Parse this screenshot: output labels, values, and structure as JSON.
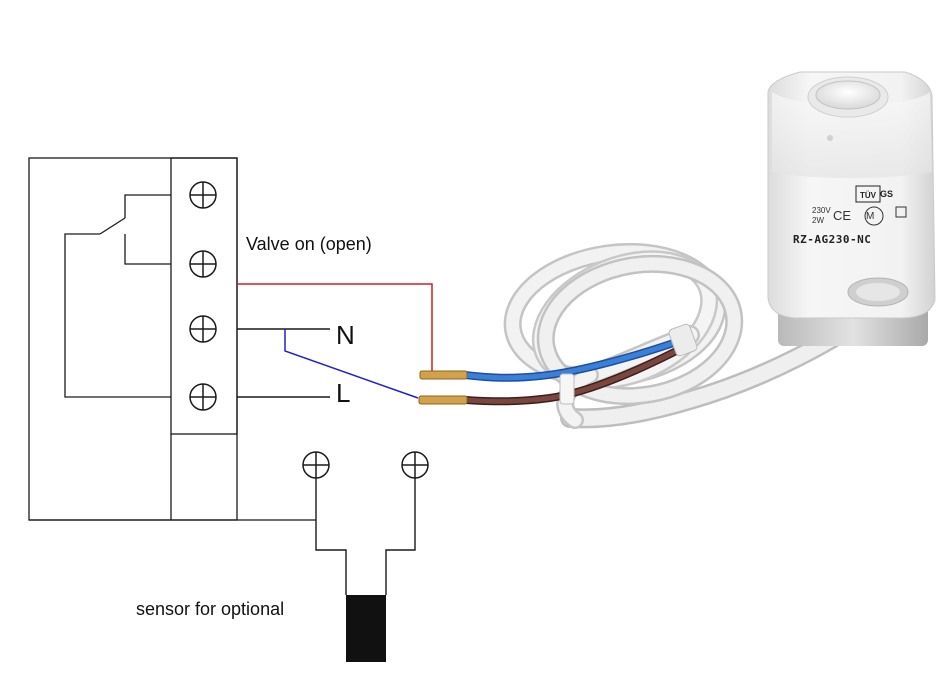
{
  "labels": {
    "valve_on": "Valve on (open)",
    "neutral": "N",
    "live": "L",
    "sensor": "sensor for optional"
  },
  "actuator": {
    "model": "RZ-AG230-NC",
    "voltage": "230V",
    "power": "2W",
    "cert_tuv": "TÜV",
    "cert_gs": "GS",
    "ce_mark": "CE",
    "m_mark": "M"
  },
  "colors": {
    "line": "#1a1a1a",
    "valve_wire": "#cc2222",
    "live_wire": "#2222cc",
    "blue_core": "#2a6fd1",
    "brown_core": "#6b3a33",
    "cable": "#ededed",
    "actuator_body": "#f3f3f3",
    "sensor": "#111111"
  },
  "icons": {
    "terminal": "terminal-screw-icon",
    "switch": "relay-contact-icon"
  }
}
